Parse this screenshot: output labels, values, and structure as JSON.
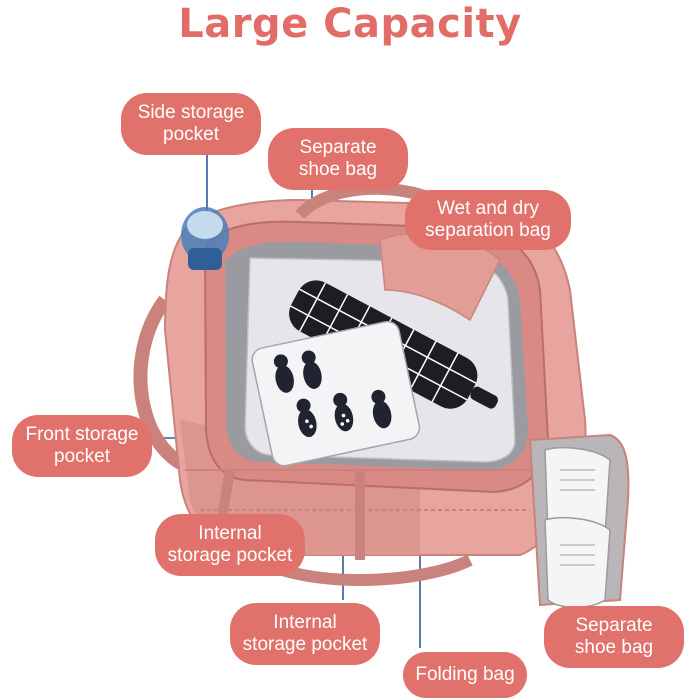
{
  "title": "Large Capacity",
  "callouts": {
    "side_storage_pocket": "Side storage\npocket",
    "separate_shoe_bag_top": "Separate\nshoe bag",
    "wet_dry_separation_bag": "Wet and dry\nseparation bag",
    "front_storage_pocket": "Front storage\npocket",
    "internal_storage_pocket_1": "Internal\nstorage pocket",
    "internal_storage_pocket_2": "Internal\nstorage pocket",
    "folding_bag": "Folding bag",
    "separate_shoe_bag_bottom": "Separate\nshoe bag"
  },
  "colors": {
    "accent": "#e1716b",
    "bag": "#e8a49e",
    "bag_dark": "#c9827c",
    "leader_line": "#2f5a9c"
  },
  "icons": [
    "water-bottle-icon",
    "umbrella-icon",
    "cat-pouch-icon",
    "sneakers-icon"
  ]
}
